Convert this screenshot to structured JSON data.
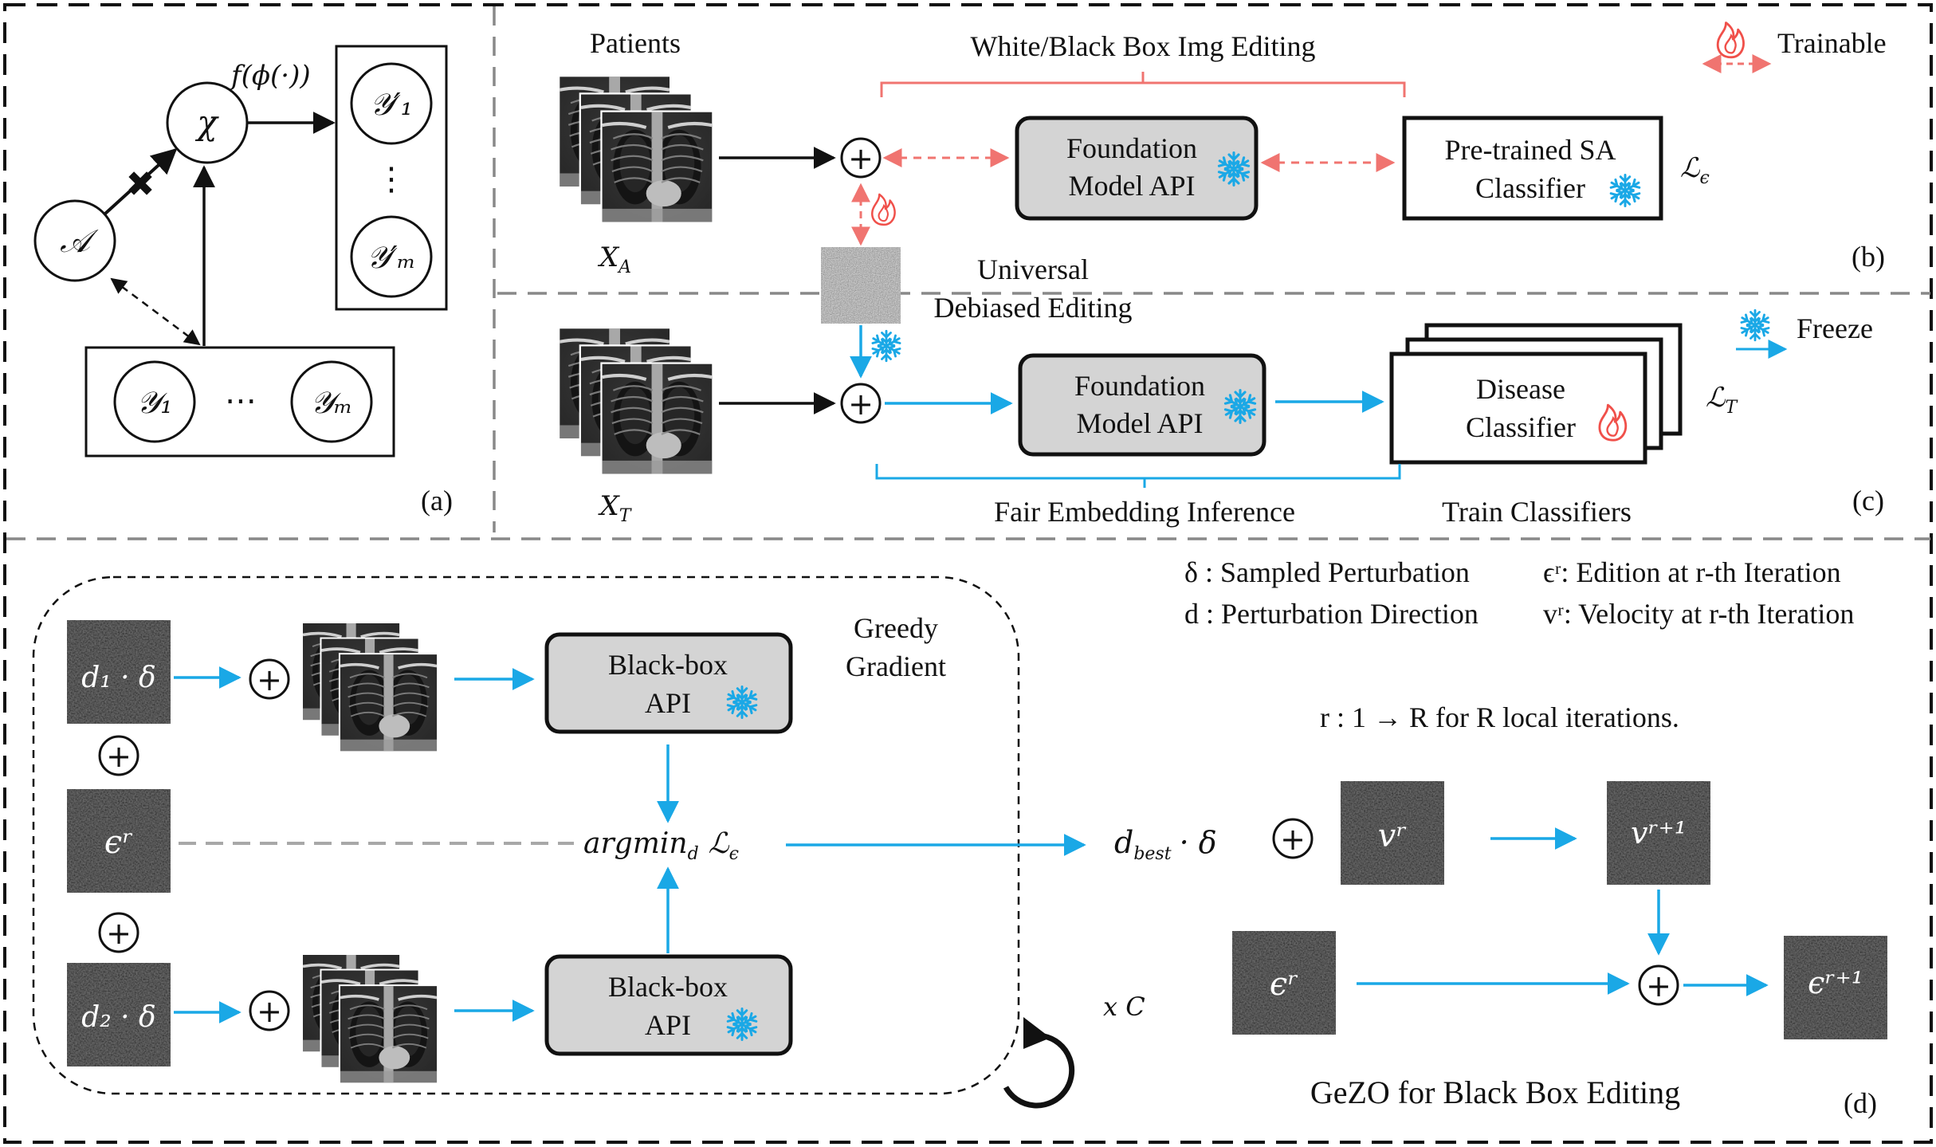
{
  "panel_a": {
    "node_a": "𝒜",
    "node_chi": "χ",
    "func_label": "f(ϕ(·))",
    "out_1": "𝒴′₁",
    "out_dots": "⋮",
    "out_m": "𝒴′ₘ",
    "y1": "𝒴₁",
    "ydots": "⋯",
    "ym": "𝒴ₘ",
    "block_mark": "✖",
    "tag": "(a)"
  },
  "panel_b": {
    "patients": "Patients",
    "brace_label": "White/Black Box Img Editing",
    "xa": "X",
    "xa_sub": "A",
    "plus": "+",
    "fm_line1": "Foundation",
    "fm_line2": "Model API",
    "sa_line1": "Pre-trained SA",
    "sa_line2": "Classifier",
    "loss": "ℒ",
    "loss_sub": "ϵ",
    "trainable": "Trainable",
    "tag": "(b)"
  },
  "middle": {
    "universal_1": "Universal",
    "universal_2": "Debiased Editing"
  },
  "panel_c": {
    "xt": "X",
    "xt_sub": "T",
    "plus": "+",
    "fm_line1": "Foundation",
    "fm_line2": "Model API",
    "dc_line1": "Disease",
    "dc_line2": "Classifier",
    "loss": "ℒ",
    "loss_sub": "T",
    "freeze": "Freeze",
    "fair": "Fair Embedding Inference",
    "train": "Train Classifiers",
    "tag": "(c)"
  },
  "panel_d": {
    "d1": "d₁ · δ",
    "d2": "d₂ · δ",
    "eps_r": "ϵʳ",
    "plus": "+",
    "bb_line1": "Black-box",
    "bb_line2": "API",
    "greedy_1": "Greedy",
    "greedy_2": "Gradient",
    "argmin": "argmin",
    "argmin_sub": "d",
    "argmin_loss": "ℒ",
    "argmin_loss_sub": "ϵ",
    "times_c": "x C",
    "d_best": "d",
    "d_best_sub": "best",
    "d_best_tail": "· δ",
    "v_r": "vʳ",
    "v_r1": "vʳ⁺¹",
    "eps_r1": "ϵʳ⁺¹",
    "legend_delta": "δ : Sampled Perturbation",
    "legend_d": "d : Perturbation Direction",
    "legend_eps": "ϵʳ: Edition at r-th Iteration",
    "legend_v": "vʳ: Velocity at r-th Iteration",
    "iter_note": "r : 1  → R  for R local iterations.",
    "title": "GeZO for Black Box Editing",
    "tag": "(d)"
  },
  "colors": {
    "blue": "#1aa8e6",
    "red": "#f07470",
    "box_gray": "#d4d4d4",
    "dash_gray": "#a8a8a8"
  },
  "icons": {
    "snowflake": "snowflake-icon",
    "flame": "flame-icon",
    "xray": "xray-stack-icon",
    "noise": "noise-tile-icon"
  }
}
